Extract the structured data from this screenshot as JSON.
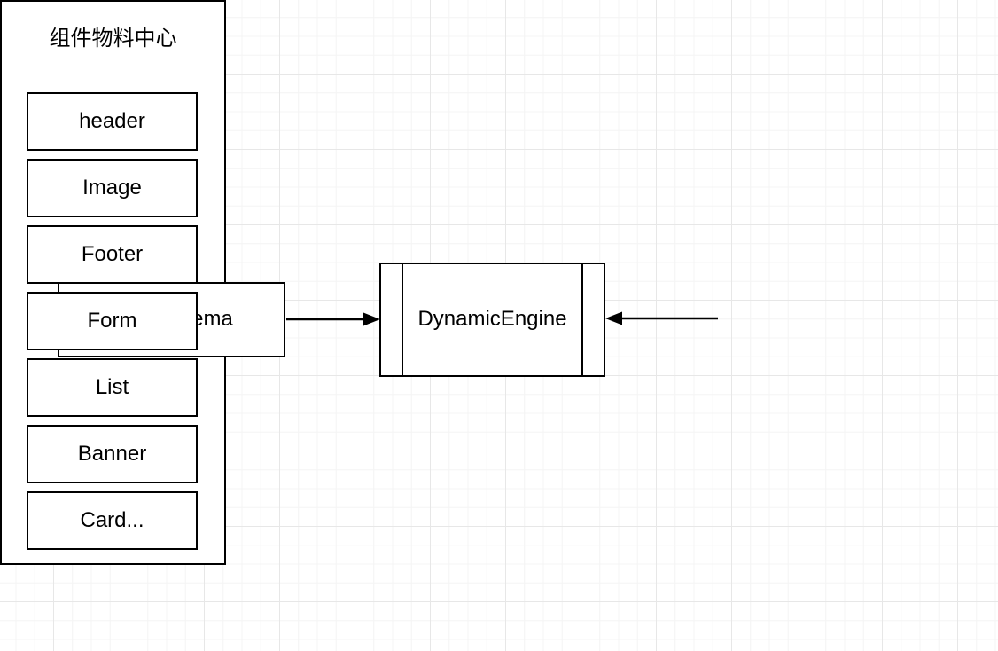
{
  "diagram": {
    "nodes": {
      "json_schema": {
        "label": "json Schema",
        "shape": "rectangle"
      },
      "dynamic_engine": {
        "label": "DynamicEngine",
        "shape": "process"
      },
      "material_center": {
        "title": "组件物料中心",
        "components": [
          "header",
          "Image",
          "Footer",
          "Form",
          "List",
          "Banner",
          "Card..."
        ]
      }
    },
    "edges": [
      {
        "from": "json Schema",
        "to": "DynamicEngine",
        "arrow_points_at": "DynamicEngine"
      },
      {
        "from": "组件物料中心",
        "to": "DynamicEngine",
        "arrow_points_at": "DynamicEngine"
      }
    ],
    "colors": {
      "stroke": "#000000",
      "node_fill": "#ffffff",
      "text": "#000000",
      "canvas": "#ffffff",
      "grid_minor": "#f4f4f4",
      "grid_major": "#e7e7e7"
    }
  }
}
